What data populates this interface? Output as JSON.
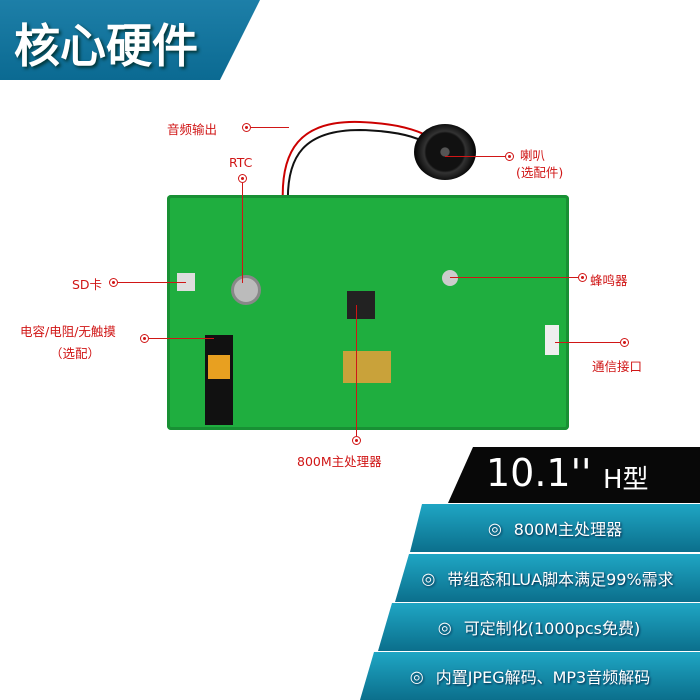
{
  "header": {
    "title": "核心硬件"
  },
  "callouts": {
    "audio_out": "音频输出",
    "rtc": "RTC",
    "speaker": "喇叭",
    "speaker_note": "(选配件)",
    "sd": "SD卡",
    "buzzer": "蜂鸣器",
    "cap": "电容/电阻/无触摸",
    "cap_note": "（选配）",
    "comm": "通信接口",
    "cpu": "800M主处理器"
  },
  "banner": {
    "size": "10.1''",
    "model": "H型"
  },
  "features": [
    {
      "icon": "◎",
      "text": "800M主处理器"
    },
    {
      "icon": "◎",
      "text": "带组态和LUA脚本满足99%需求"
    },
    {
      "icon": "◎",
      "text": "可定制化(1000pcs免费)"
    },
    {
      "icon": "◎",
      "text": "内置JPEG解码、MP3音频解码"
    }
  ],
  "colors": {
    "accent": "#d01616",
    "banner": "#0b6f8c",
    "board": "#1fae3f"
  }
}
